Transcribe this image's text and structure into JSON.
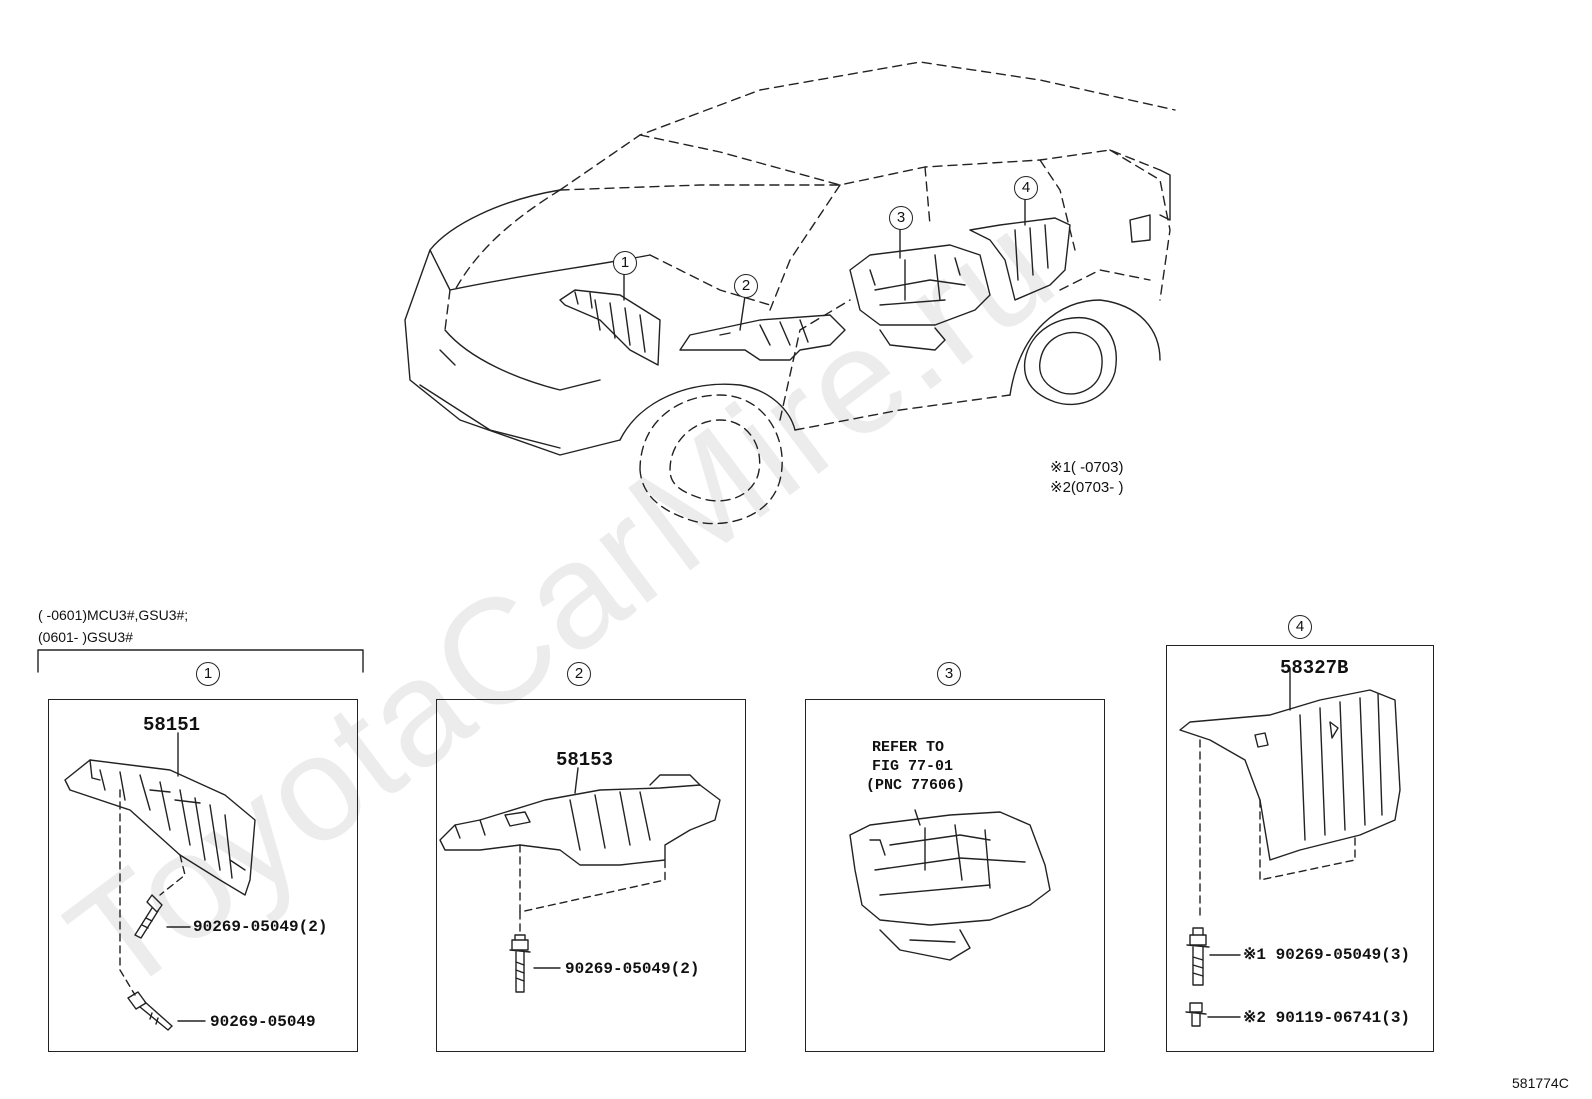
{
  "watermark": "ToyotaCarMire.ru",
  "car_callouts": [
    "1",
    "2",
    "3",
    "4"
  ],
  "notes": {
    "note1": "※1(      -0703)",
    "note2": "※2(0703-      )"
  },
  "applicability": {
    "line1": "(      -0601)MCU3#,GSU3#;",
    "line2": "(0601-      )GSU3#"
  },
  "panels": [
    {
      "callout": "1",
      "part": "58151",
      "fasteners": [
        "90269-05049(2)",
        "90269-05049"
      ]
    },
    {
      "callout": "2",
      "part": "58153",
      "fasteners": [
        "90269-05049(2)"
      ]
    },
    {
      "callout": "3",
      "refer": [
        "REFER TO",
        "FIG 77-01",
        "(PNC 77606)"
      ]
    },
    {
      "callout": "4",
      "part": "58327B",
      "fasteners": [
        "※1 90269-05049(3)",
        "※2 90119-06741(3)"
      ]
    }
  ],
  "figure_code": "581774C"
}
